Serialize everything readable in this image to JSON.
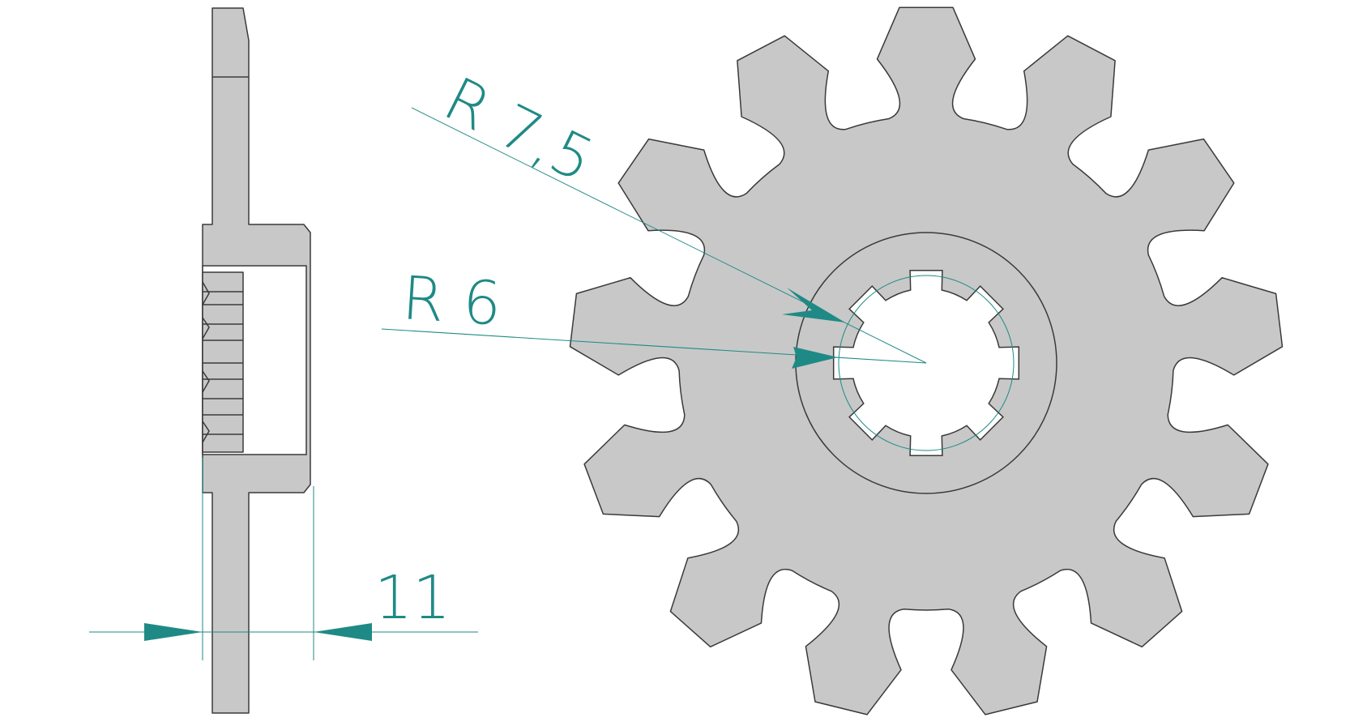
{
  "drawing": {
    "tooth_count": 13,
    "spline_count": 8,
    "colors": {
      "part_fill": "#c8c8c8",
      "outline": "#3a3a3a",
      "dimension": "#1f8a85",
      "background": "#ffffff"
    }
  },
  "dimensions": {
    "radius_outer_label": "R 7,5",
    "radius_inner_label": "R 6",
    "thickness_label": "11"
  }
}
